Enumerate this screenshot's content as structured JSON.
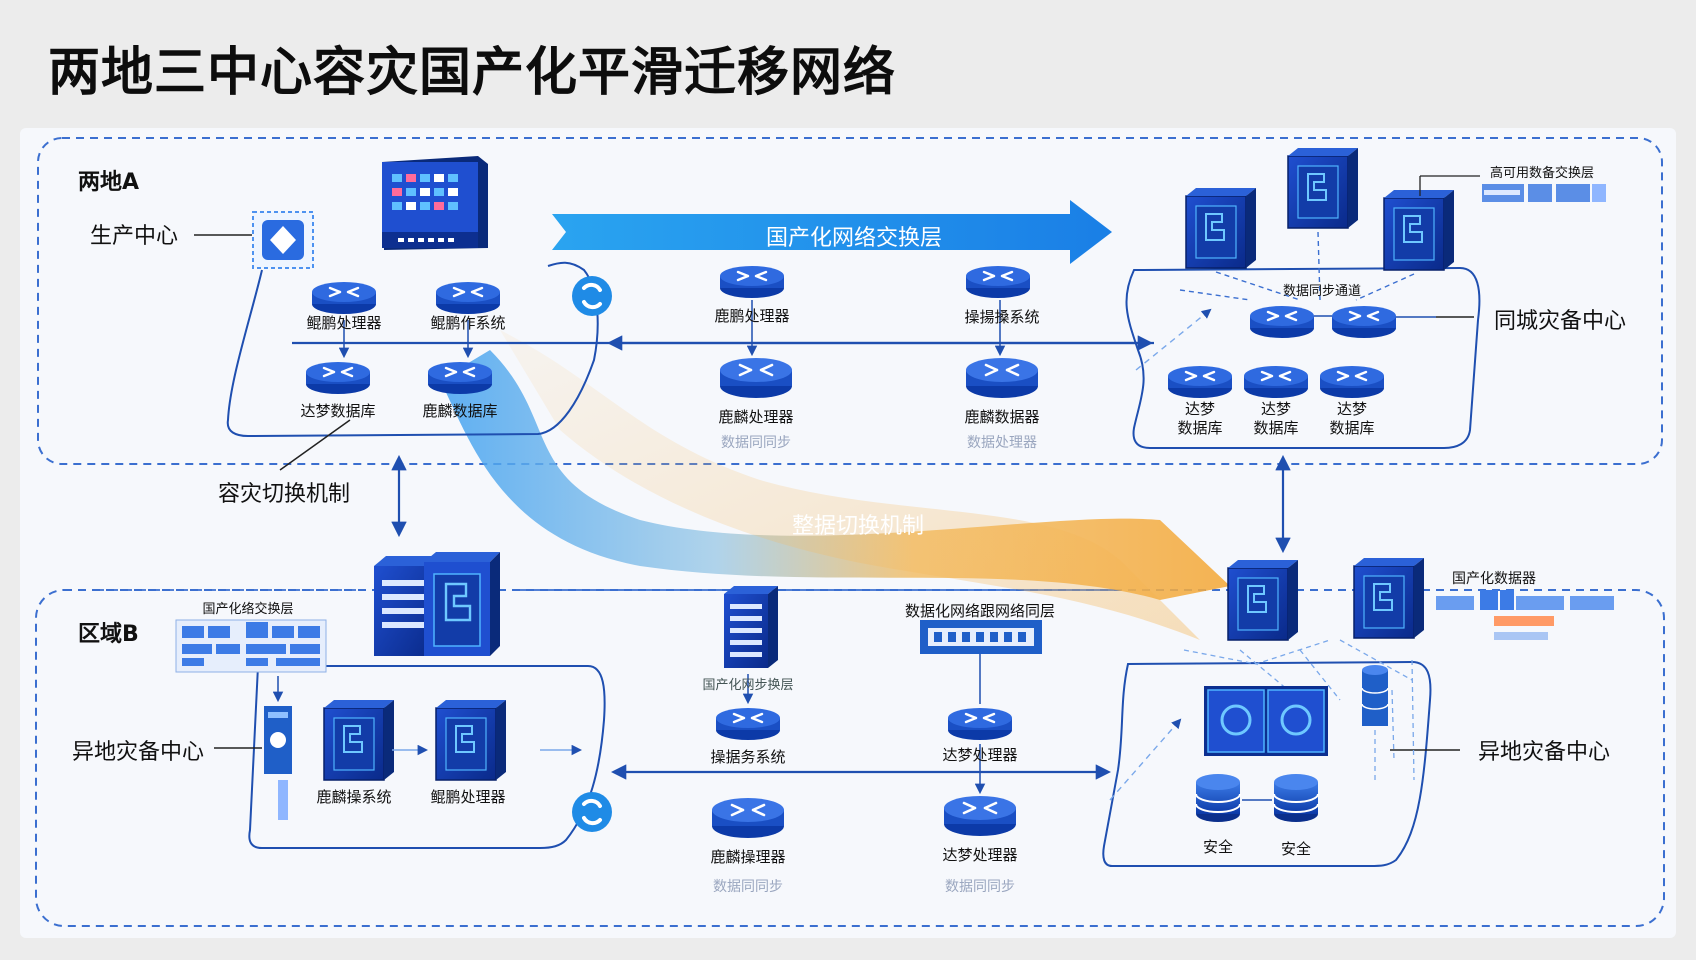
{
  "title": "两地三中心容灾国产化平滑迁移网络",
  "regions": {
    "region_a": "两地A",
    "region_b": "区域B"
  },
  "centers": {
    "production": "生产中心",
    "same_city_backup": "同城灾备中心",
    "remote_backup_left": "异地灾备中心",
    "remote_backup_right": "异地灾备中心"
  },
  "mechanisms": {
    "dr_switch": "容灾切换机制",
    "domestic_switch_layer": "国产化网络交换层",
    "data_switch": "整据切换机制",
    "data_sync_channel": "数据同步通道"
  },
  "nodes": {
    "kunpeng_proc_1": "鲲鹏处理器",
    "kylin_os": "鲲鹏作系统",
    "dameng_db_1": "达梦数据库",
    "kylin_db_1": "鹿麟数据库",
    "kunpeng_proc_2": "鹿鹏处理器",
    "kylin_proc_1": "鹿麟处理器",
    "switch_os": "操揚搡系统",
    "kylin_db_2": "鹿麟数据器",
    "dameng_a": "达梦",
    "dameng_b": "达梦",
    "dameng_c": "达梦",
    "db_suffix": "数据库",
    "kylin_os_b": "鹿麟操系统",
    "kunpeng_proc_b": "鲲鹏处理器",
    "ops_system": "操据务系统",
    "dameng_proc_1": "达梦处理器",
    "kylin_op": "鹿麟操理器",
    "dameng_proc_2": "达梦处理器",
    "security_1": "安全",
    "security_2": "安全"
  },
  "devices": {
    "ha_switch": "高可用数备交换层",
    "domestic_switch_b": "国产化络交换层",
    "domestic_net_sync": "国产化网步换层",
    "data_net_layer": "数据化网络跟网络同层",
    "domestic_data": "国产化数据器"
  },
  "faint_labels": {
    "a_mid_1": "数据同同步",
    "a_mid_2": "数据处理器",
    "b_mid_1": "数据同同步",
    "b_mid_2": "数据同同步"
  },
  "colors": {
    "blue": "#1f5fc8",
    "dark_blue": "#0b2f8c",
    "arrow_blue": "#1e90e8",
    "arrow_orange": "#f4b14a",
    "dash": "#3b6fd0"
  }
}
